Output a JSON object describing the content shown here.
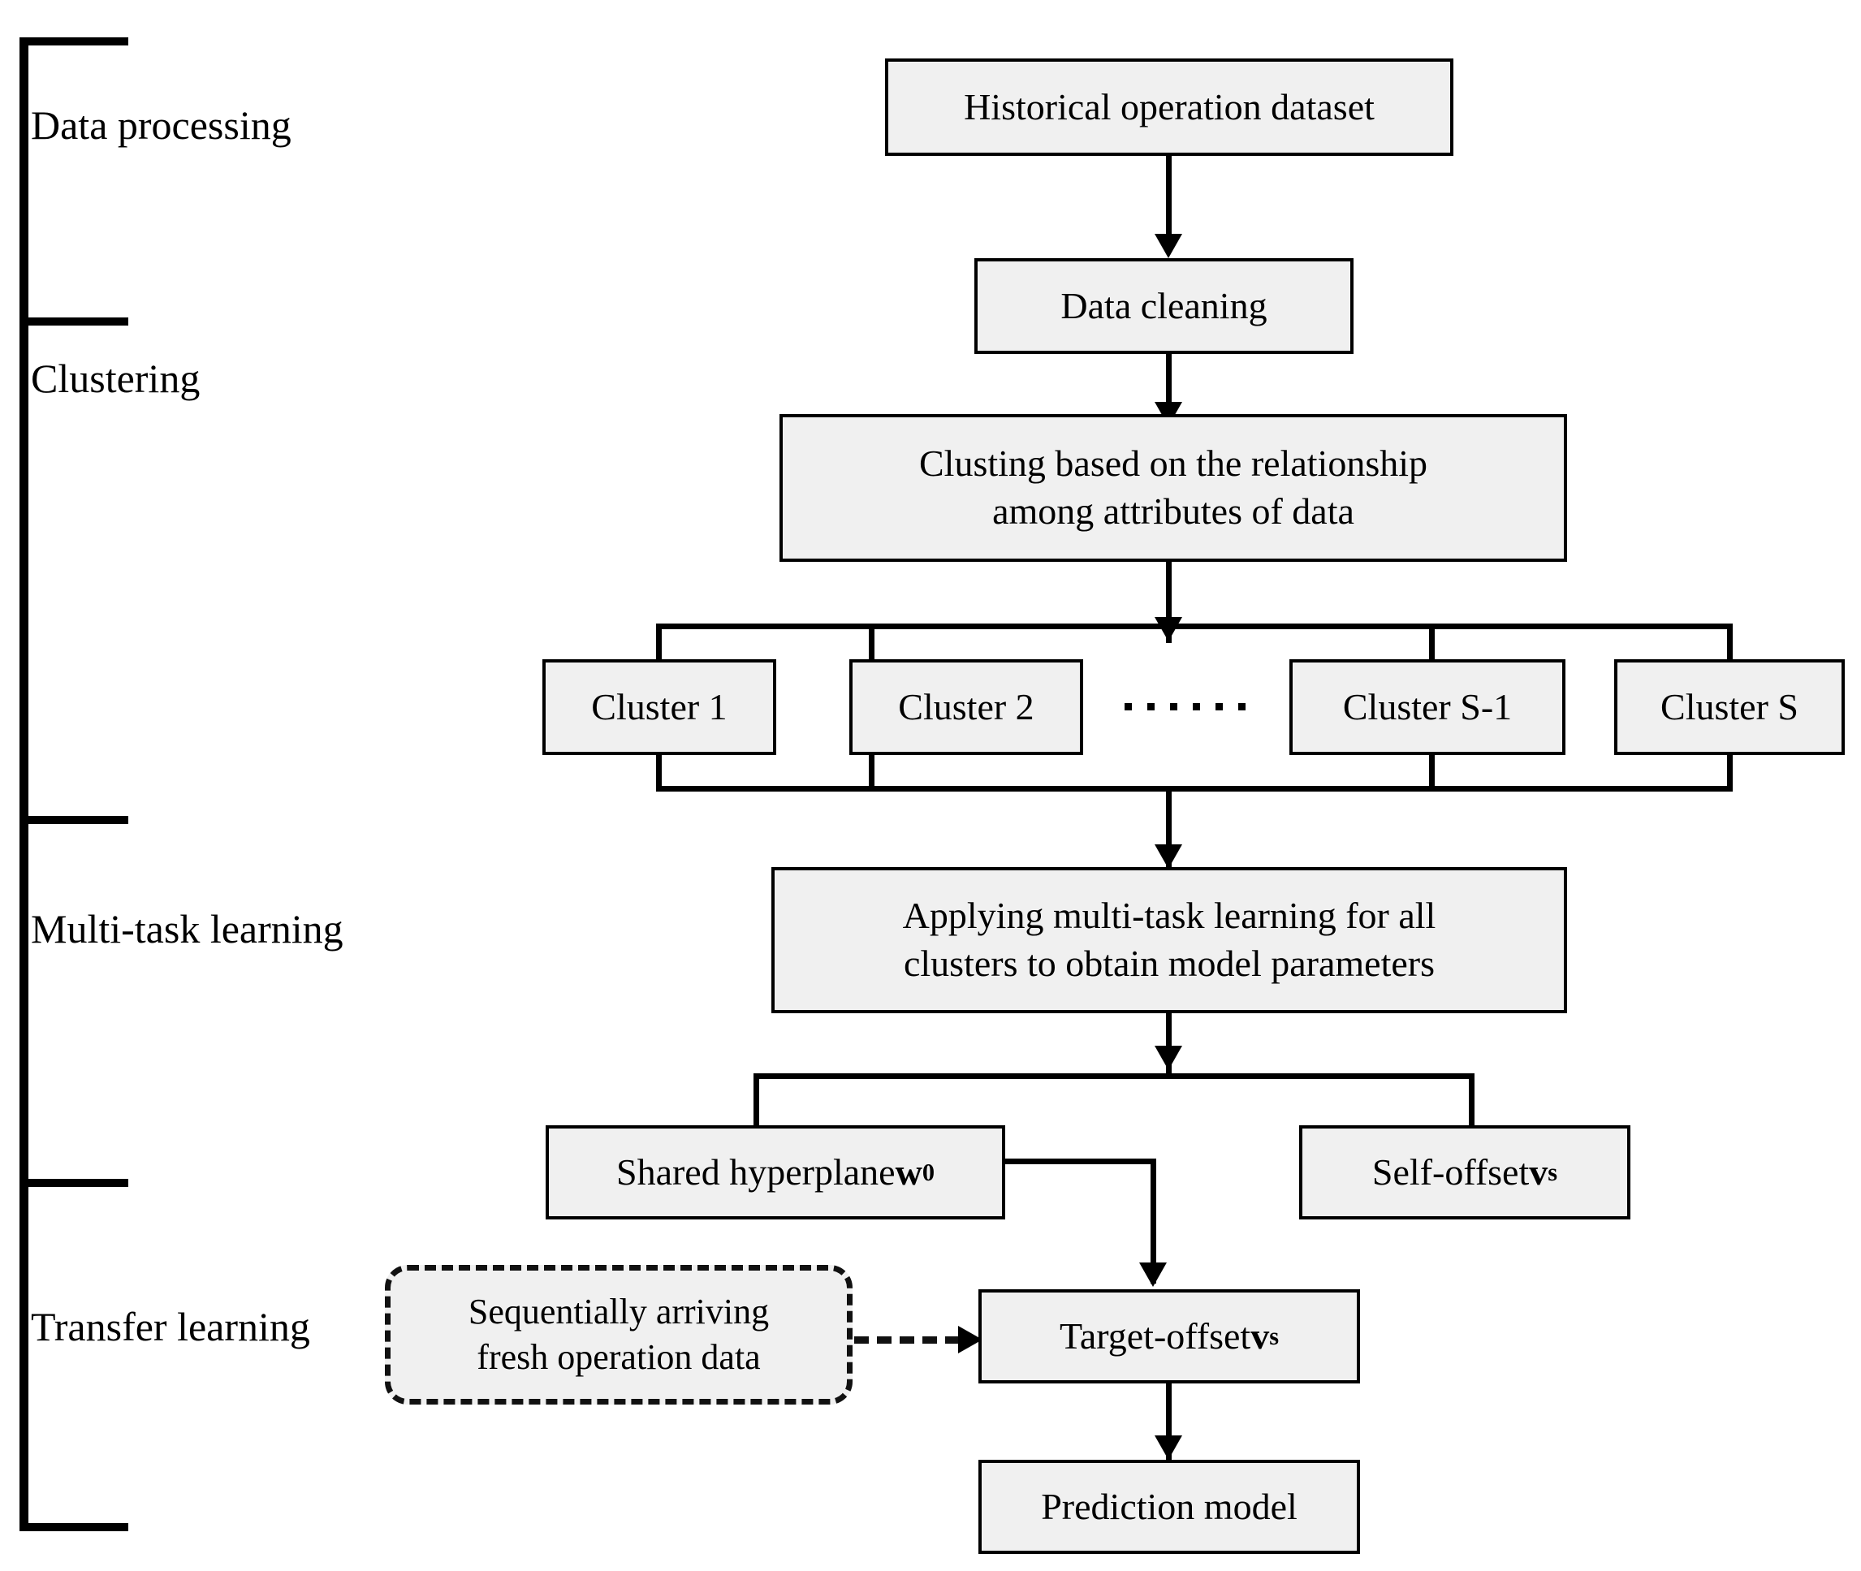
{
  "diagram": {
    "title": "Framework flowchart: data processing, clustering, multi-task learning and transfer learning",
    "accent_color": "#000000",
    "node_fill": "#f0f0f0",
    "node_border": "#000000",
    "background": "#ffffff"
  },
  "stages": [
    {
      "id": "data-processing",
      "label": "Data processing"
    },
    {
      "id": "clustering",
      "label": "Clustering"
    },
    {
      "id": "multi-task-learning",
      "label": "Multi-task learning"
    },
    {
      "id": "transfer-learning",
      "label": "Transfer learning"
    }
  ],
  "nodes": {
    "historical_dataset": "Historical operation dataset",
    "data_cleaning": "Data cleaning",
    "clustering_line1": "Clusting based on the relationship",
    "clustering_line2": "among attributes of data",
    "cluster_1": "Cluster 1",
    "cluster_2": "Cluster 2",
    "cluster_s_minus_1": "Cluster S-1",
    "cluster_s": "Cluster S",
    "multitask_line1": "Applying multi-task learning for all",
    "multitask_line2": "clusters to obtain model parameters",
    "shared_hyperplane_text": "Shared hyperplane ",
    "shared_hyperplane_symbol": "w",
    "shared_hyperplane_subscript": "0",
    "self_offset_text": "Self-offset ",
    "self_offset_symbol": "v",
    "self_offset_subscript": "s",
    "fresh_data_line1": "Sequentially arriving",
    "fresh_data_line2": "fresh operation data",
    "target_offset_text": "Target-offset ",
    "target_offset_symbol": "v",
    "target_offset_subscript": "s",
    "prediction_model": "Prediction model"
  },
  "ellipsis": {
    "between_clusters": "······",
    "dot_count": 6
  }
}
